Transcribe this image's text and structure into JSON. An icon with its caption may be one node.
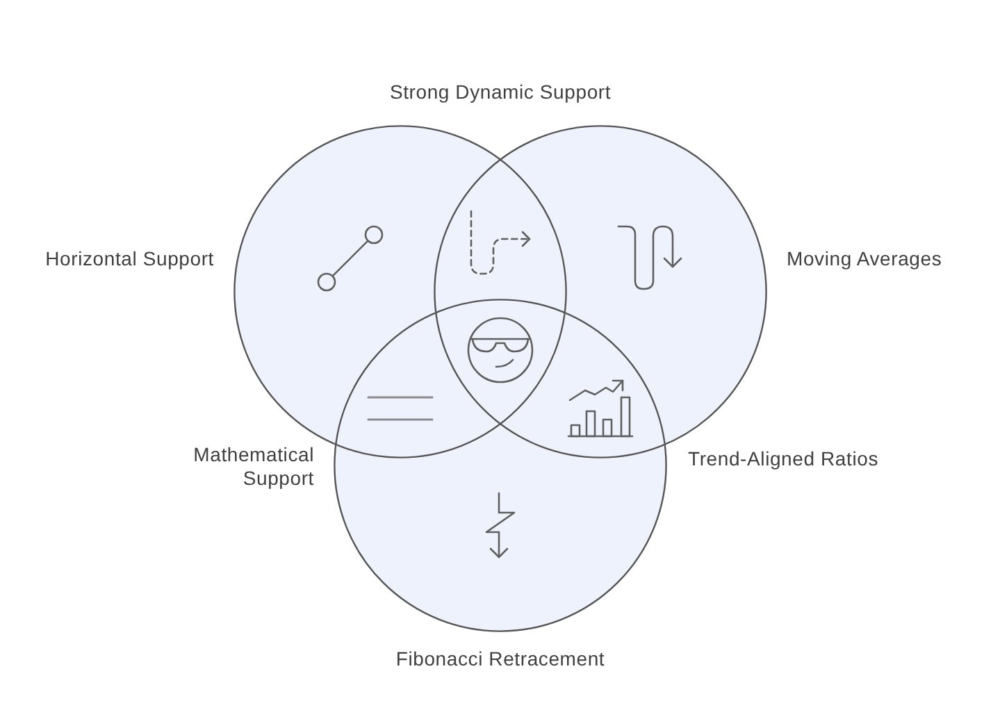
{
  "diagram": {
    "nodes": [
      {
        "text": [
          "Horizontal Support"
        ]
      },
      {
        "text": [
          "Moving Averages"
        ]
      },
      {
        "text": [
          "Fibonacci Retracement"
        ]
      }
    ],
    "labels": [
      "Strong Dynamic Support",
      "Mathematical Support",
      "Trend-Aligned Ratios"
    ]
  }
}
